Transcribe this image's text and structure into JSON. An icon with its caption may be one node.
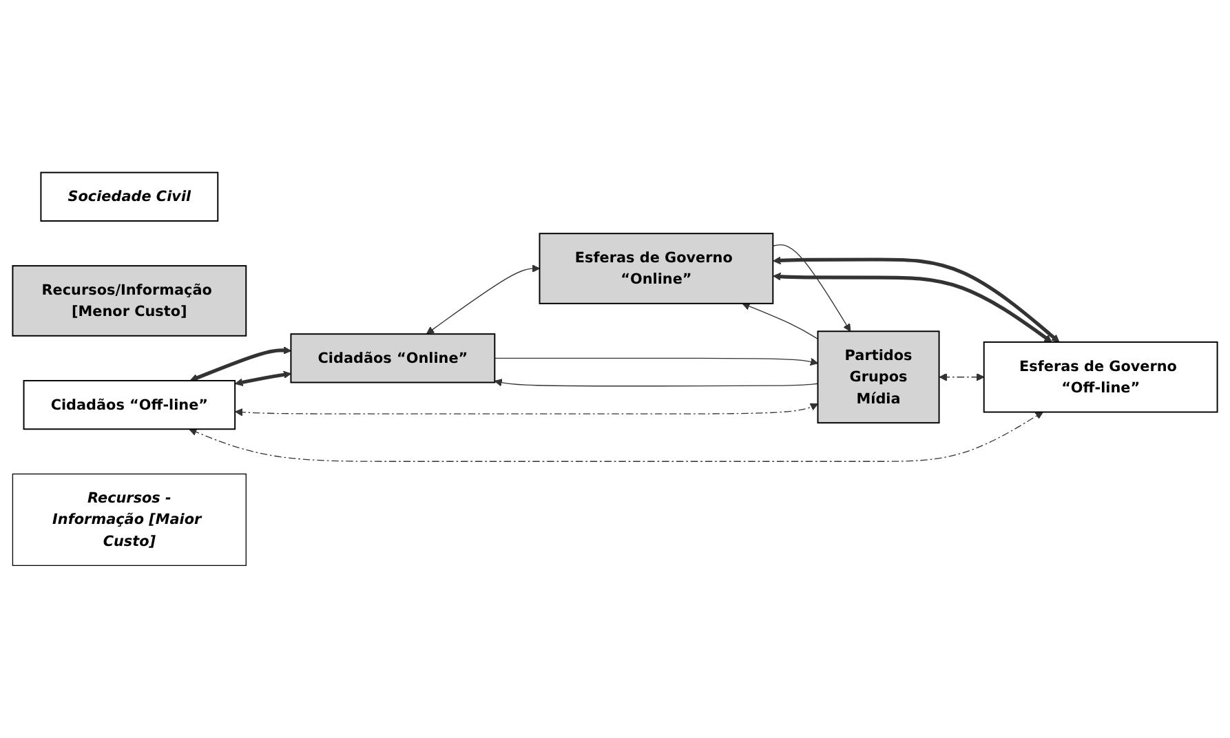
{
  "diagram": {
    "nodes": [
      {
        "text": [
          "Sociedade Civil"
        ]
      },
      {
        "text": [
          "Recursos/Informação [Menor Custo]"
        ]
      },
      {
        "text": [
          "Cidadãos “Off-line”"
        ]
      },
      {
        "text": [
          "Cidadãos “Online”"
        ]
      },
      {
        "text": [
          "Partidos",
          "Grupos",
          "Mídia"
        ]
      },
      {
        "text": [
          "Esferas de Governo “Online”"
        ]
      },
      {
        "text": [
          "Esferas de Governo “Off-line”"
        ]
      },
      {
        "text": [
          "Recursos -Informação [Maior Custo]"
        ]
      }
    ],
    "edges": [
      {
        "from": 2,
        "to": 3,
        "arrow": "both",
        "style": "thick"
      },
      {
        "from": 2,
        "to": 3,
        "arrow": "both",
        "style": "thick"
      },
      {
        "from": 3,
        "to": 5,
        "arrow": "both"
      },
      {
        "from": 3,
        "to": 4,
        "arrow": "to"
      },
      {
        "from": 4,
        "to": 3,
        "arrow": "to"
      },
      {
        "from": 4,
        "to": 5,
        "arrow": "to"
      },
      {
        "from": 5,
        "to": 4,
        "arrow": "to"
      },
      {
        "from": 5,
        "to": 6,
        "arrow": "both",
        "style": "thick"
      },
      {
        "from": 5,
        "to": 6,
        "arrow": "both",
        "style": "thick"
      },
      {
        "from": 2,
        "to": 4,
        "arrow": "both",
        "style": "dashed"
      },
      {
        "from": 4,
        "to": 6,
        "arrow": "both",
        "style": "dashed"
      },
      {
        "from": 2,
        "to": 6,
        "arrow": "both",
        "style": "dashed"
      }
    ]
  }
}
